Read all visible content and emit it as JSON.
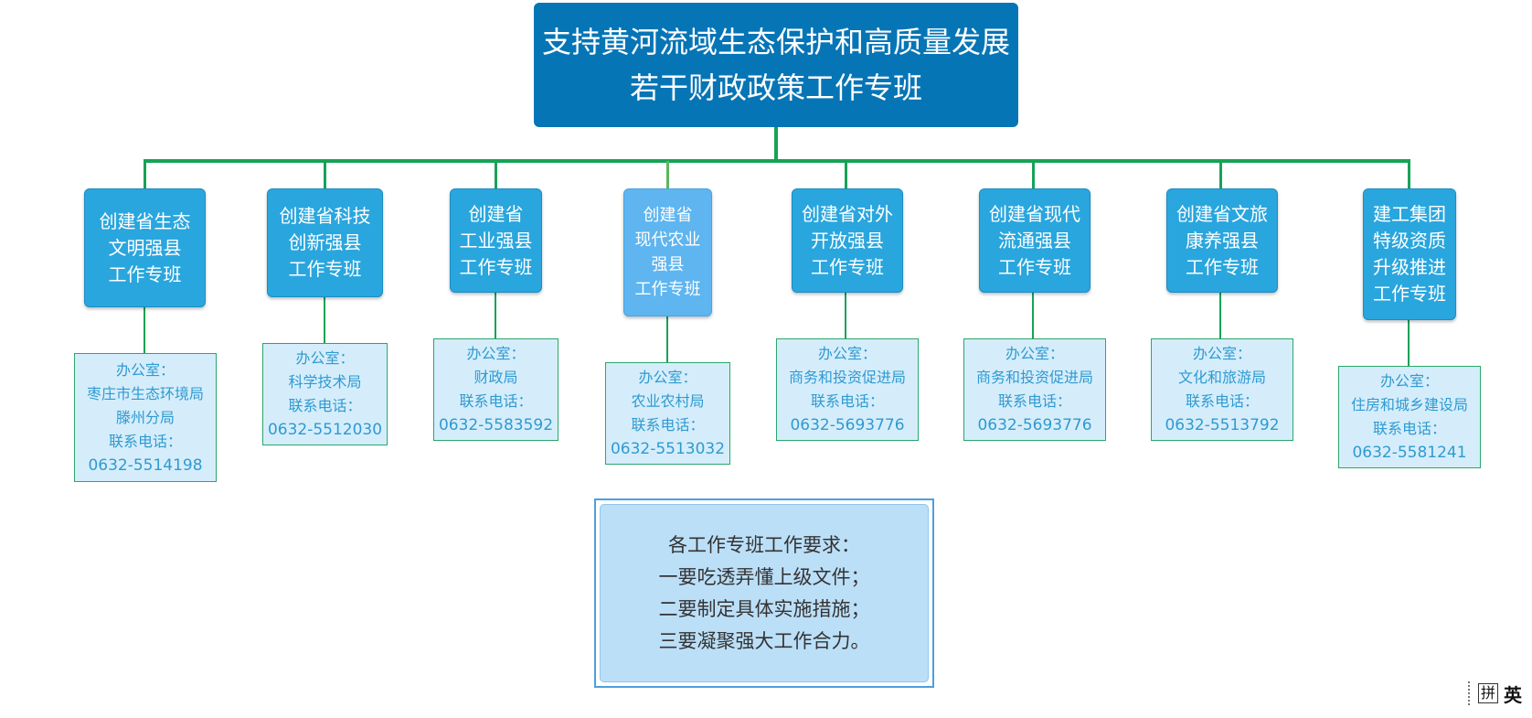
{
  "title": {
    "line1": "支持黄河流域生态保护和高质量发展",
    "line2": "若干财政政策工作专班"
  },
  "teams": [
    {
      "lines": [
        "创建省生态",
        "文明强县",
        "工作专班"
      ],
      "info": [
        "办公室：",
        "枣庄市生态环境局",
        "滕州分局",
        "联系电话：",
        "0632-5514198"
      ]
    },
    {
      "lines": [
        "创建省科技",
        "创新强县",
        "工作专班"
      ],
      "info": [
        "办公室：",
        "科学技术局",
        "联系电话：",
        "0632-5512030"
      ]
    },
    {
      "lines": [
        "创建省",
        "工业强县",
        "工作专班"
      ],
      "info": [
        "办公室：",
        "财政局",
        "联系电话：",
        "0632-5583592"
      ]
    },
    {
      "lines": [
        "创建省",
        "现代农业",
        "强县",
        "工作专班"
      ],
      "info": [
        "办公室：",
        "农业农村局",
        "联系电话：",
        "0632-5513032"
      ]
    },
    {
      "lines": [
        "创建省对外",
        "开放强县",
        "工作专班"
      ],
      "info": [
        "办公室：",
        "商务和投资促进局",
        "联系电话：",
        "0632-5693776"
      ]
    },
    {
      "lines": [
        "创建省现代",
        "流通强县",
        "工作专班"
      ],
      "info": [
        "办公室：",
        "商务和投资促进局",
        "联系电话：",
        "0632-5693776"
      ]
    },
    {
      "lines": [
        "创建省文旅",
        "康养强县",
        "工作专班"
      ],
      "info": [
        "办公室：",
        "文化和旅游局",
        "联系电话：",
        "0632-5513792"
      ]
    },
    {
      "lines": [
        "建工集团",
        "特级资质",
        "升级推进",
        "工作专班"
      ],
      "info": [
        "办公室：",
        "住房和城乡建设局",
        "联系电话：",
        "0632-5581241"
      ]
    }
  ],
  "requirements": [
    "各工作专班工作要求：",
    "一要吃透弄懂上级文件；",
    "二要制定具体实施措施；",
    "三要凝聚强大工作合力。"
  ],
  "ime": {
    "mode": "拼",
    "lang": "英"
  },
  "colors": {
    "title": "#0675b6",
    "team": "#2aa6de",
    "team_alt": "#5eb5f0",
    "info": "#d5edfb",
    "connector": "#17a256",
    "requirements": "#bcdff8"
  }
}
